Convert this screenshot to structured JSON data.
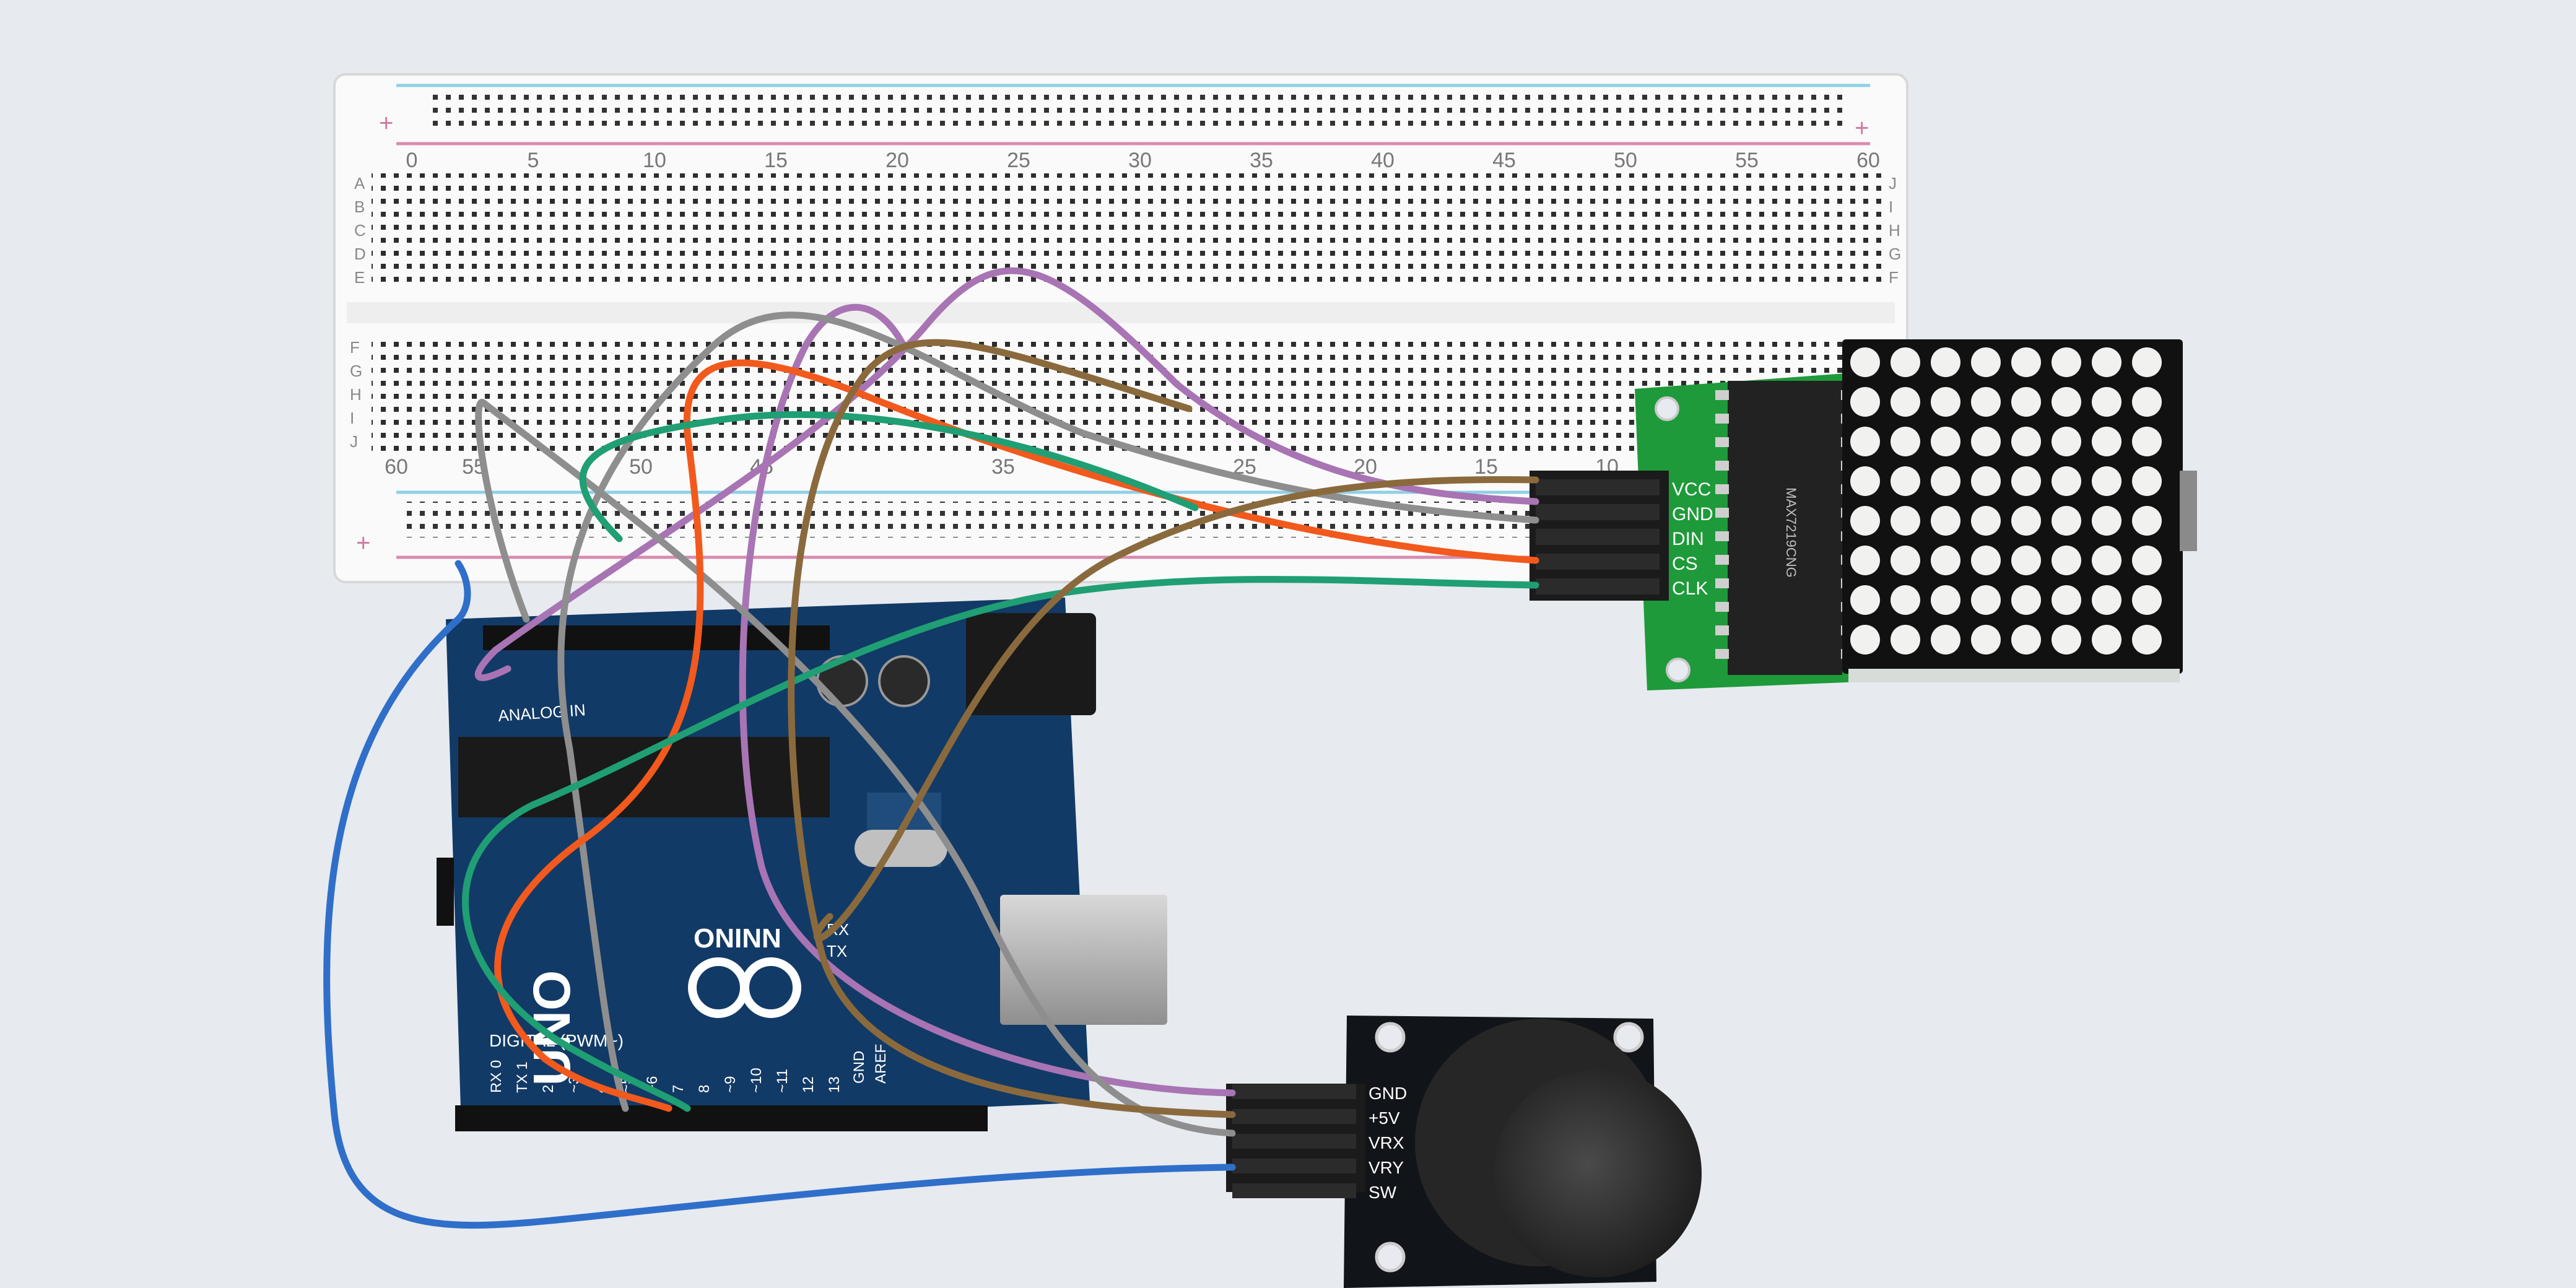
{
  "breadboard": {
    "top_numbers": [
      "0",
      "5",
      "10",
      "15",
      "20",
      "25",
      "30",
      "35",
      "40",
      "45",
      "50",
      "55",
      "60"
    ],
    "bottom_numbers": [
      "60",
      "55",
      "50",
      "45",
      "35",
      "25",
      "20",
      "15",
      "10"
    ],
    "row_letters_left_top": [
      "A",
      "B",
      "C",
      "D",
      "E"
    ],
    "row_letters_right_top": [
      "J",
      "I",
      "H",
      "G",
      "F"
    ],
    "row_letters_left_bottom": [
      "F",
      "G",
      "H",
      "I",
      "J"
    ],
    "plus_sign": "+"
  },
  "matrix_module": {
    "pins": [
      "VCC",
      "GND",
      "DIN",
      "CS",
      "CLK"
    ],
    "chip_label": "MAX7219CNG"
  },
  "arduino": {
    "brand": "UNO",
    "model": "ONINN",
    "analog_label": "ANALOG IN",
    "digital_label": "DIGITAL (PWM~)",
    "tx": "TX",
    "rx": "RX",
    "aref": "AREF",
    "gnd": "GND",
    "pin_labels": [
      "13",
      "12",
      "~11",
      "~10",
      "~9",
      "8",
      "7",
      "~6",
      "~5",
      "4",
      "~3",
      "2",
      "TX 1",
      "RX 0"
    ]
  },
  "joystick": {
    "pins": [
      "GND",
      "+5V",
      "VRX",
      "VRY",
      "SW"
    ]
  },
  "colors": {
    "background": "#e7eaef",
    "breadboard": "#fafafa",
    "rail_red": "#d98bb0",
    "rail_blue": "#8fd0e6",
    "arduino_pcb": "#123a66",
    "matrix_pcb": "#1e9a3a",
    "joystick_pcb": "#111418",
    "wire_purple": "#a874b4",
    "wire_gray": "#8e8e8e",
    "wire_orange": "#f2591d",
    "wire_green": "#1f9f73",
    "wire_brown": "#8a6a3d",
    "wire_blue": "#2f6fc9"
  }
}
